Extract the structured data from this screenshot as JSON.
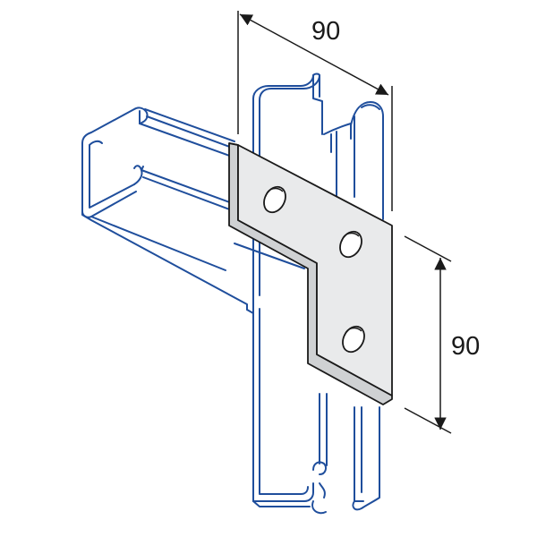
{
  "dimensions": {
    "top": "90",
    "right": "90"
  },
  "colors": {
    "channel_outline": "#1f4e9c",
    "plate_fill": "#e9eaeb",
    "plate_edge_fill": "#cfd1d3",
    "plate_outline": "#1a1a1a",
    "dimension_line": "#1a1a1a",
    "background": "#ffffff"
  },
  "parts": {
    "bolt_holes": 3,
    "channel_sections": 2
  }
}
